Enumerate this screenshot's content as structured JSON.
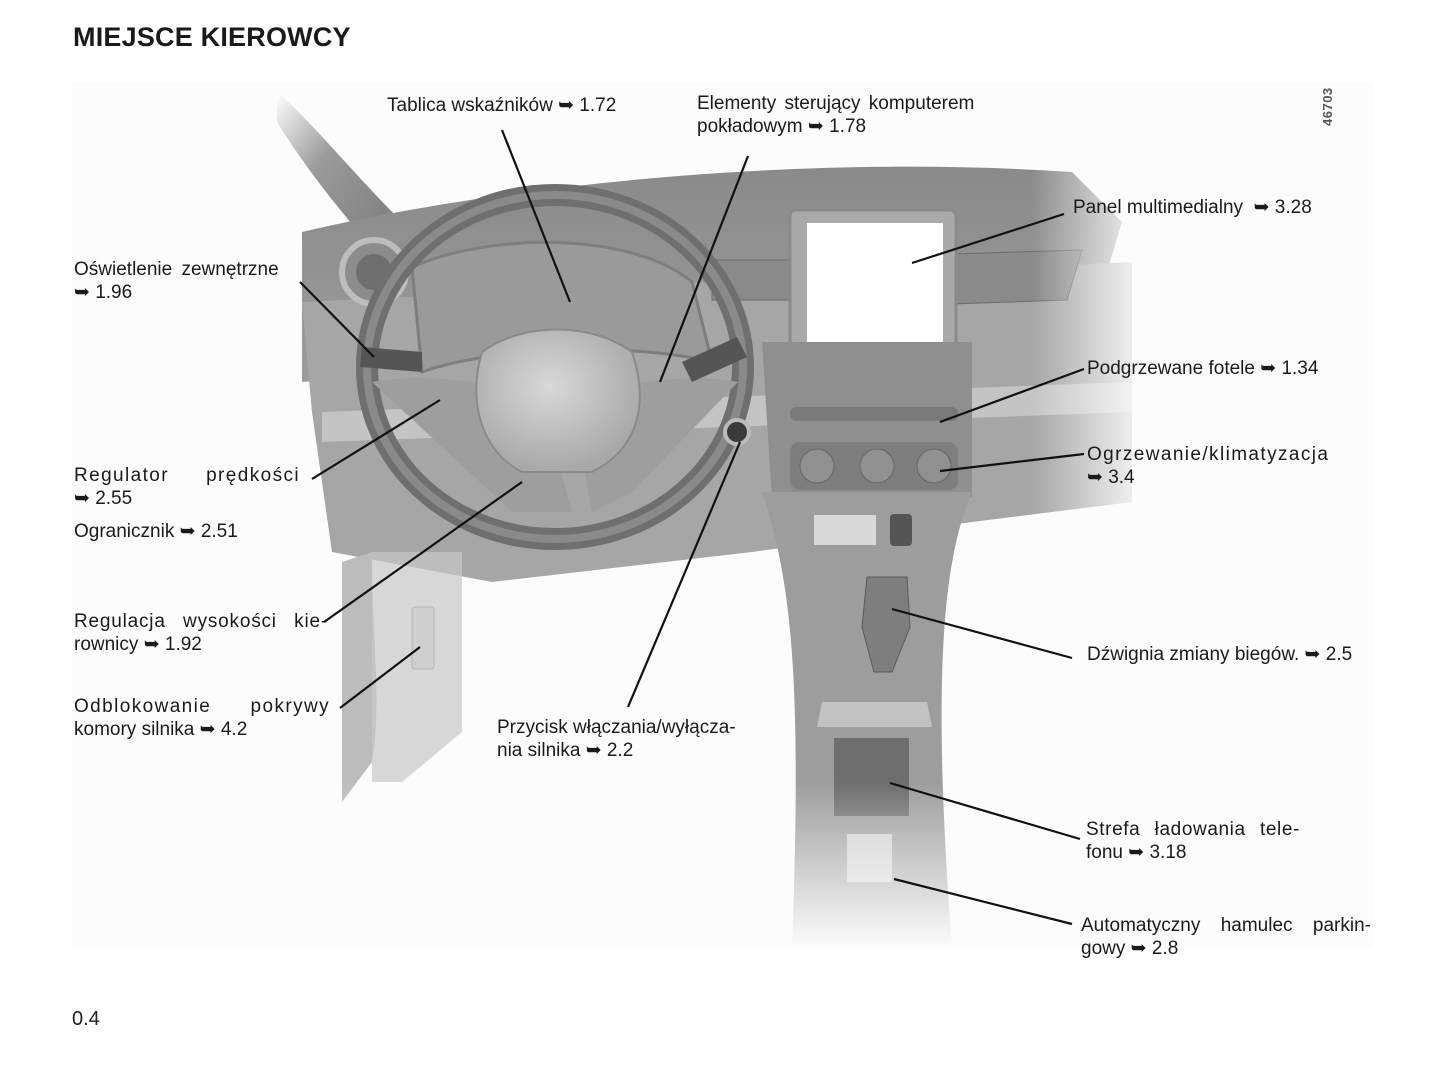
{
  "page": {
    "title": "MIEJSCE KIEROWCY",
    "page_number": "0.4",
    "figure_id": "46703"
  },
  "arrow_glyph": "➥",
  "labels": {
    "instrument_panel": {
      "text": "Tablica wskaźników",
      "ref": "1.72"
    },
    "trip_computer": {
      "line1": "Elementy sterujący komputerem",
      "line2": "pokładowym",
      "ref": "1.78"
    },
    "multimedia": {
      "text": "Panel multimedialny",
      "ref": "3.28"
    },
    "exterior_lighting": {
      "line1": "Oświetlenie zewnętrzne",
      "ref": "1.96"
    },
    "heated_seats": {
      "text": "Podgrzewane fotele",
      "ref": "1.34"
    },
    "climate": {
      "line1": "Ogrzewanie/klimatyzacja",
      "ref": "3.4"
    },
    "cruise_control": {
      "line1_a": "Regulator",
      "line1_b": "prędkości",
      "ref": "2.55"
    },
    "limiter": {
      "text": "Ogranicznik",
      "ref": "2.51"
    },
    "steering_height": {
      "line1_a": "Regulacja",
      "line1_b": "wysokości",
      "line1_c": "kie-",
      "line2": "rownicy",
      "ref": "1.92"
    },
    "bonnet_release": {
      "line1_a": "Odblokowanie",
      "line1_b": "pokrywy",
      "line2": "komory silnika",
      "ref": "4.2"
    },
    "start_button": {
      "line1": "Przycisk włączania/wyłącza-",
      "line2": "nia silnika",
      "ref": "2.2"
    },
    "gear_lever": {
      "text": "Dźwignia zmiany biegów.",
      "ref": "2.5"
    },
    "phone_charging": {
      "line1_a": "Strefa",
      "line1_b": "ładowania",
      "line1_c": "tele-",
      "line2": "fonu",
      "ref": "3.18"
    },
    "parking_brake": {
      "line1_a": "Automatyczny",
      "line1_b": "hamulec",
      "line1_c": "parkin-",
      "line2": "gowy",
      "ref": "2.8"
    }
  }
}
